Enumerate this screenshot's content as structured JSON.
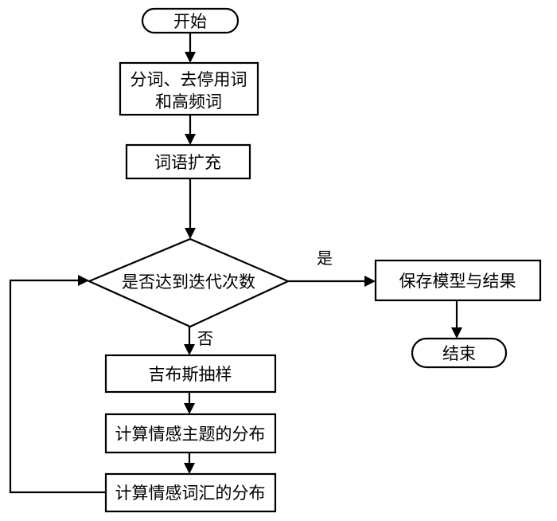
{
  "diagram": {
    "type": "flowchart",
    "nodes": {
      "start": {
        "kind": "terminator",
        "label": "开始"
      },
      "preprocess": {
        "kind": "process",
        "line1": "分词、去停用词",
        "line2": "和高频词"
      },
      "expand": {
        "kind": "process",
        "label": "词语扩充"
      },
      "decision": {
        "kind": "decision",
        "label": "是否达到迭代次数"
      },
      "save": {
        "kind": "process",
        "label": "保存模型与结果"
      },
      "end": {
        "kind": "terminator",
        "label": "结束"
      },
      "gibbs": {
        "kind": "process",
        "label": "吉布斯抽样"
      },
      "topic_dist": {
        "kind": "process",
        "label": "计算情感主题的分布"
      },
      "word_dist": {
        "kind": "process",
        "label": "计算情感词汇的分布"
      }
    },
    "edges": [
      {
        "from": "start",
        "to": "preprocess",
        "label": ""
      },
      {
        "from": "preprocess",
        "to": "expand",
        "label": ""
      },
      {
        "from": "expand",
        "to": "decision",
        "label": ""
      },
      {
        "from": "decision",
        "to": "save",
        "label": "是"
      },
      {
        "from": "save",
        "to": "end",
        "label": ""
      },
      {
        "from": "decision",
        "to": "gibbs",
        "label": "否"
      },
      {
        "from": "gibbs",
        "to": "topic_dist",
        "label": ""
      },
      {
        "from": "topic_dist",
        "to": "word_dist",
        "label": ""
      },
      {
        "from": "word_dist",
        "to": "decision",
        "label": ""
      }
    ],
    "edge_labels": {
      "yes": "是",
      "no": "否"
    }
  }
}
